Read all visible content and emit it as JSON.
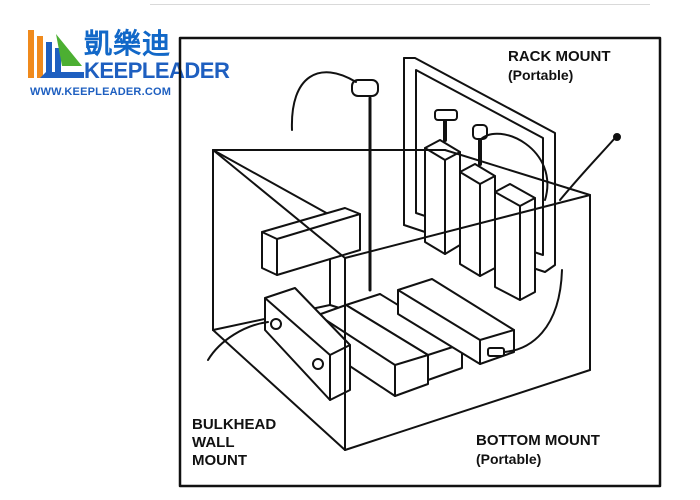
{
  "logo": {
    "chinese_name": "凱樂迪",
    "brand": "KEEPLEADER",
    "website": "WWW.KEEPLEADER.COM",
    "colors": {
      "blue": "#1e5fc0",
      "green": "#4caf32",
      "orange": "#f08a1c"
    }
  },
  "labels": {
    "rack_mount": {
      "line1": "RACK MOUNT",
      "line2": "(Portable)"
    },
    "bulkhead": {
      "line1": "BULKHEAD",
      "line2": "WALL",
      "line3": "MOUNT"
    },
    "bottom_mount": {
      "line1": "BOTTOM MOUNT",
      "line2": "(Portable)"
    }
  }
}
